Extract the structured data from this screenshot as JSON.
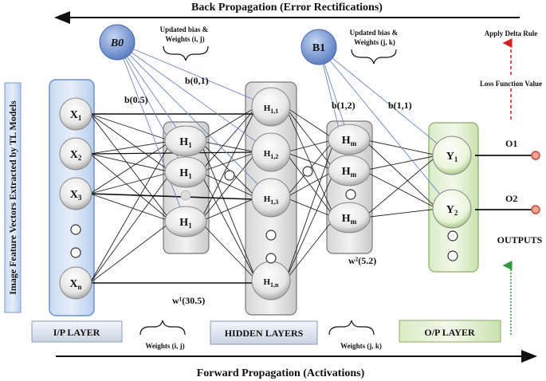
{
  "header": {
    "back_propagation": "Back Propagation (Error Rectifications)"
  },
  "footer": {
    "forward_propagation": "Forward Propagation (Activations)"
  },
  "side_label": "Image Feature Vectors Extracted by TL Models",
  "bias_nodes": {
    "b0": "B0",
    "b1": "B1"
  },
  "brace_notes": {
    "bias_ij": "Updated bias & Weights (i, j)",
    "bias_jk": "Updated bias & Weights (j, k)",
    "weights_ij": "Weights (i, j)",
    "weights_jk": "Weights (j, k)"
  },
  "right_notes": {
    "delta_rule": "Apply Delta Rule",
    "loss": "Loss Function Value",
    "outputs": "OUTPUTS"
  },
  "edge_labels": {
    "b01": "b(0,1)",
    "b05": "b(0.5)",
    "b12": "b(1,2)",
    "b11": "b(1,1)",
    "w1": "w¹(30.5)",
    "w2": "w²(5.2)"
  },
  "layers": {
    "input": {
      "label": "I/P LAYER",
      "nodes": [
        "X1",
        "X2",
        "X3",
        "Xn"
      ]
    },
    "hidden_a": {
      "nodes": [
        "H1",
        "H1",
        "H1"
      ]
    },
    "hidden_b": {
      "nodes": [
        "H1,1",
        "H1,2",
        "H1,3",
        "H1,n"
      ]
    },
    "hidden_c": {
      "nodes": [
        "Hm",
        "Hm",
        "Hm"
      ]
    },
    "hidden_label": "HIDDEN LAYERS",
    "output": {
      "label": "O/P LAYER",
      "nodes": [
        "Y1",
        "Y2"
      ]
    }
  },
  "outputs": [
    "O1",
    "O2"
  ]
}
